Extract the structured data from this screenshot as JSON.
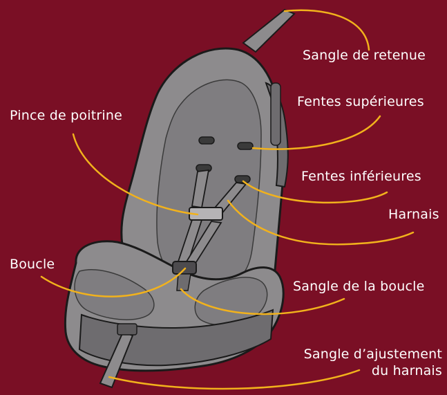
{
  "colors": {
    "background": "#7a0f25",
    "leader_line": "#f2b21c",
    "seat_fill": "#8d8b8d",
    "seat_shadow": "#5d5b5d",
    "outline": "#1a1a1a"
  },
  "labels": {
    "tether_strap": "Sangle de retenue",
    "upper_slots": "Fentes supérieures",
    "chest_clip": "Pince de poitrine",
    "lower_slots": "Fentes inférieures",
    "harness": "Harnais",
    "buckle": "Boucle",
    "buckle_strap": "Sangle de la boucle",
    "harness_adjuster_line1": "Sangle d’ajustement",
    "harness_adjuster_line2": "du harnais"
  }
}
